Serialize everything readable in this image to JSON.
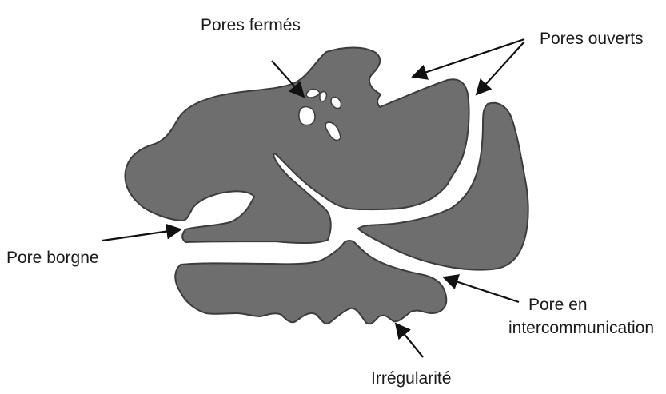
{
  "colors": {
    "material_fill": "#6e6e6e",
    "material_outline": "#3c3c3c",
    "arrow": "#111111",
    "text": "#1a1a1a",
    "background": "#ffffff"
  },
  "labels": {
    "closed_pores": "Pores fermés",
    "open_pores": "Pores ouverts",
    "blind_pore": "Pore borgne",
    "interconnected_pore_line1": "Pore en",
    "interconnected_pore_line2": "intercommunication",
    "irregularity": "Irrégularité"
  }
}
